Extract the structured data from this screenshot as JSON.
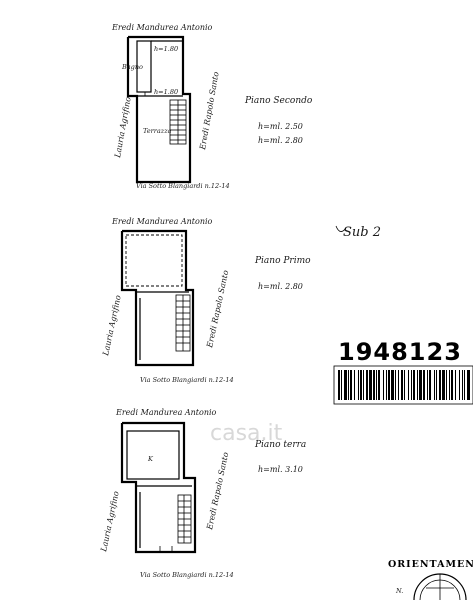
{
  "floors": [
    {
      "north_owner": "Eredi Mandurea Antonio",
      "west_owner": "Lauria Agrifino",
      "east_owner": "Eredi Rapolo Santo",
      "street": "Via Sotto Blangiardi n.12-14",
      "level_name": "Piano Secondo",
      "heights": [
        "h=ml. 2.50",
        "h=ml. 2.80"
      ],
      "rooms": [
        "Bagno",
        "Terrazza"
      ],
      "dims": [
        "h=1.80",
        "h=1.80"
      ]
    },
    {
      "north_owner": "Eredi Mandurea Antonio",
      "west_owner": "Lauria Agrifino",
      "east_owner": "Eredi Rapolo Santo",
      "street": "Via Sotto Blangiardi n.12-14",
      "level_name": "Piano Primo",
      "heights": [
        "h=ml. 2.80"
      ]
    },
    {
      "north_owner": "Eredi Mandurea Antonio",
      "west_owner": "Lauria Agrifino",
      "east_owner": "Eredi Rapolo Santo",
      "street": "Via Sotto Blangiardi n.12-14",
      "level_name": "Piano terra",
      "heights": [
        "h=ml. 3.10"
      ],
      "rooms": [
        "K"
      ]
    }
  ],
  "sheet_mark": "Sub 2",
  "document_code": "1948123",
  "watermark": "casa.it",
  "orientation": "ORIENTAMENTO",
  "north_mark": "N."
}
